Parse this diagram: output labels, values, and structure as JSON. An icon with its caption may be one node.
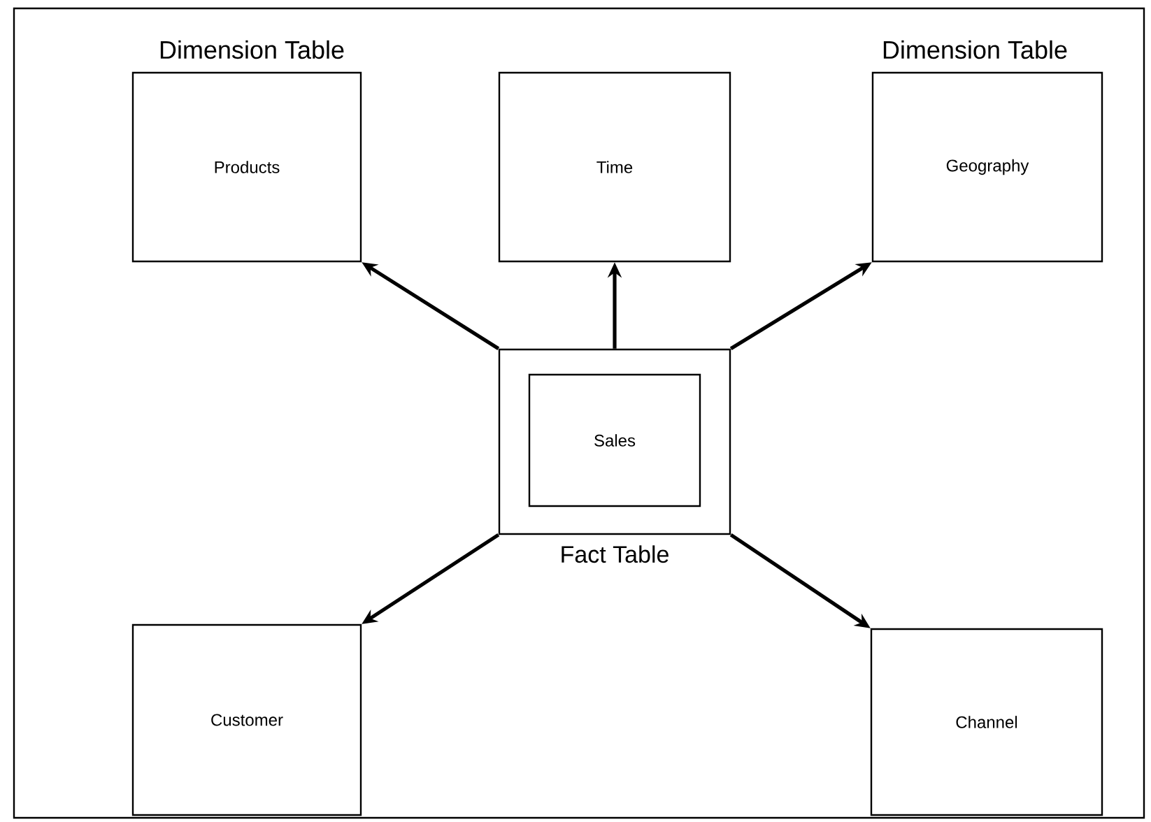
{
  "diagram": {
    "nodes": [
      {
        "text": [
          "Products"
        ],
        "beside": [
          "Dimension Table"
        ]
      },
      {
        "text": [
          "Time"
        ]
      },
      {
        "text": [
          "Geography"
        ],
        "beside": [
          "Dimension Table"
        ]
      },
      {
        "text": [
          "Fact Table"
        ]
      },
      {
        "text": [
          "Sales"
        ],
        "in": 3
      },
      {
        "text": [
          "Customer"
        ]
      },
      {
        "text": [
          "Channel"
        ]
      }
    ],
    "edges": [
      {
        "from": 3,
        "to": 0,
        "arrow": "to"
      },
      {
        "from": 3,
        "to": 1,
        "arrow": "to"
      },
      {
        "from": 3,
        "to": 2,
        "arrow": "to"
      },
      {
        "from": 3,
        "to": 5,
        "arrow": "to"
      },
      {
        "from": 3,
        "to": 6,
        "arrow": "to"
      }
    ]
  }
}
